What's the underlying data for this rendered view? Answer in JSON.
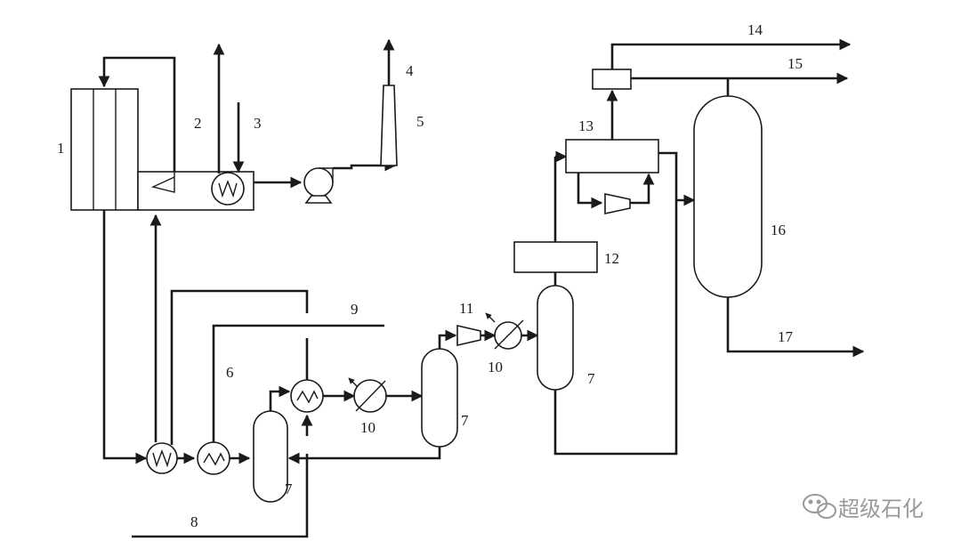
{
  "labels": {
    "n1": "1",
    "n2": "2",
    "n3": "3",
    "n4": "4",
    "n5": "5",
    "n6": "6",
    "n7a": "7",
    "n7b": "7",
    "n7c": "7",
    "n8": "8",
    "n9": "9",
    "n10a": "10",
    "n10b": "10",
    "n11": "11",
    "n12": "12",
    "n13": "13",
    "n14": "14",
    "n15": "15",
    "n16": "16",
    "n17": "17"
  },
  "watermark": {
    "text": "超级石化",
    "icon": "wechat-icon"
  },
  "colors": {
    "line": "#1a1a1a",
    "watermark": "#9a9a9a"
  }
}
